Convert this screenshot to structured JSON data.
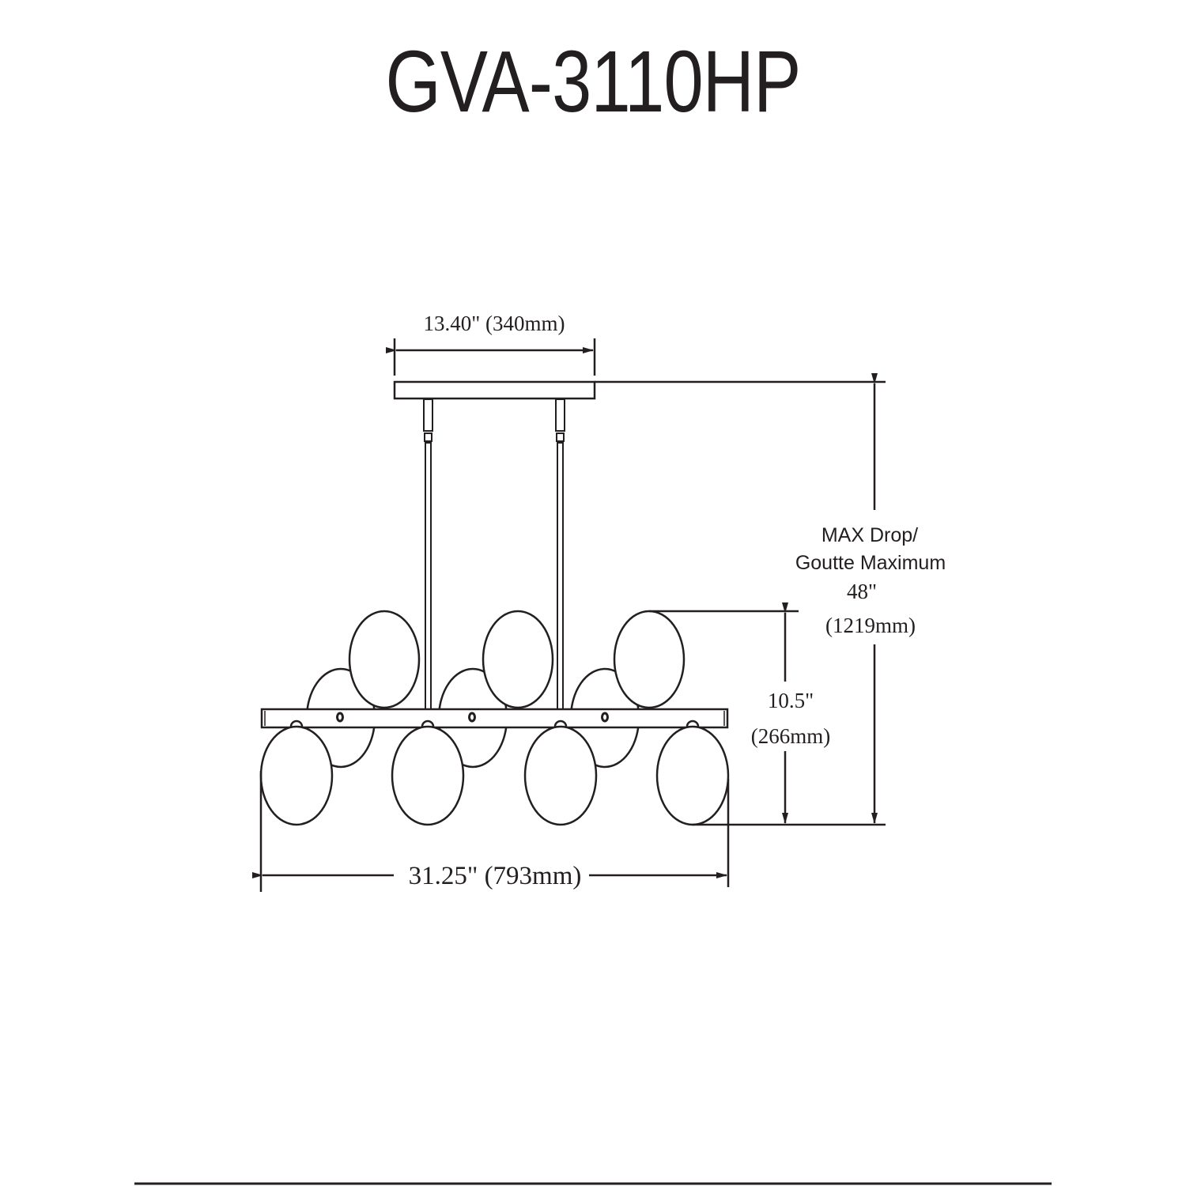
{
  "title": "GVA-3110HP",
  "dimensions": {
    "canopy_width": "13.40\" (340mm)",
    "max_drop_line1": "MAX Drop/",
    "max_drop_line2": "Goutte Maximum",
    "max_drop_in": "48\"",
    "max_drop_mm": "(1219mm)",
    "height_in": "10.5\"",
    "height_mm": "(266mm)",
    "overall_width": "31.25\" (793mm)"
  },
  "colors": {
    "line": "#231f20",
    "background": "#ffffff"
  }
}
